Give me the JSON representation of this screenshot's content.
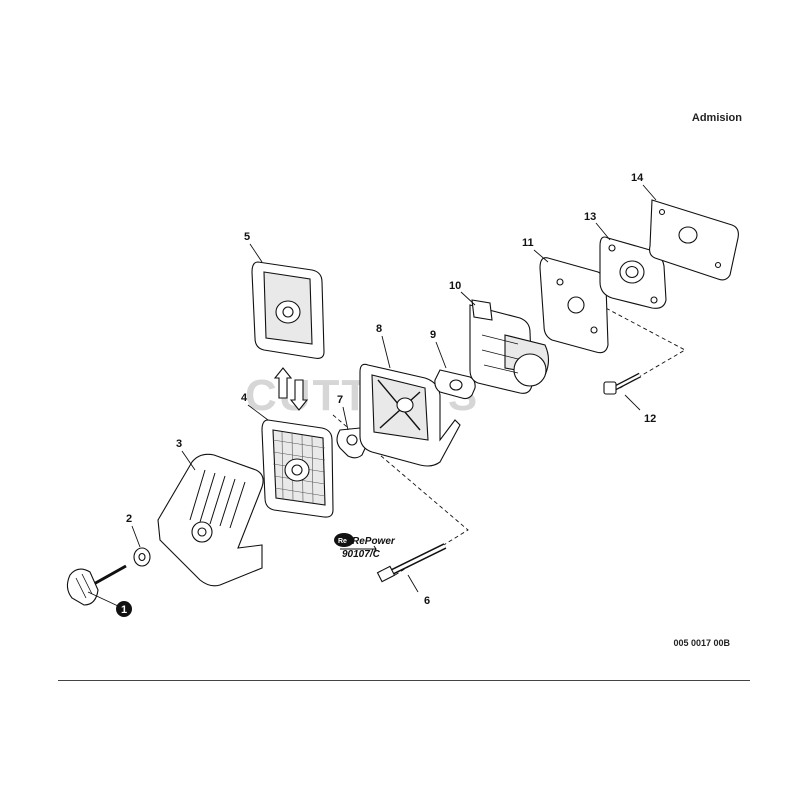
{
  "header": {
    "section_title": "Admision"
  },
  "footer": {
    "reference_code": "005 0017 00B"
  },
  "watermark": {
    "text": "CUTTER'S"
  },
  "repower_badge": {
    "brand": "RePower",
    "code": "90107/C"
  },
  "callouts": {
    "c1": "1",
    "c2": "2",
    "c3": "3",
    "c4": "4",
    "c5": "5",
    "c6": "6",
    "c7": "7",
    "c8": "8",
    "c9": "9",
    "c10": "10",
    "c11": "11",
    "c12": "12",
    "c13": "13",
    "c14": "14"
  },
  "parts": [
    {
      "number": "1",
      "name": "knob"
    },
    {
      "number": "2",
      "name": "washer"
    },
    {
      "number": "3",
      "name": "filter-cover"
    },
    {
      "number": "4",
      "name": "air-filter"
    },
    {
      "number": "5",
      "name": "air-filter"
    },
    {
      "number": "6",
      "name": "bolt"
    },
    {
      "number": "7",
      "name": "clamp"
    },
    {
      "number": "8",
      "name": "filter-base"
    },
    {
      "number": "9",
      "name": "gasket"
    },
    {
      "number": "10",
      "name": "carburetor"
    },
    {
      "number": "11",
      "name": "gasket"
    },
    {
      "number": "12",
      "name": "screw"
    },
    {
      "number": "13",
      "name": "insulator"
    },
    {
      "number": "14",
      "name": "gasket"
    }
  ],
  "colors": {
    "line": "#111111",
    "watermark": "#d6d6d6",
    "background": "#ffffff"
  }
}
